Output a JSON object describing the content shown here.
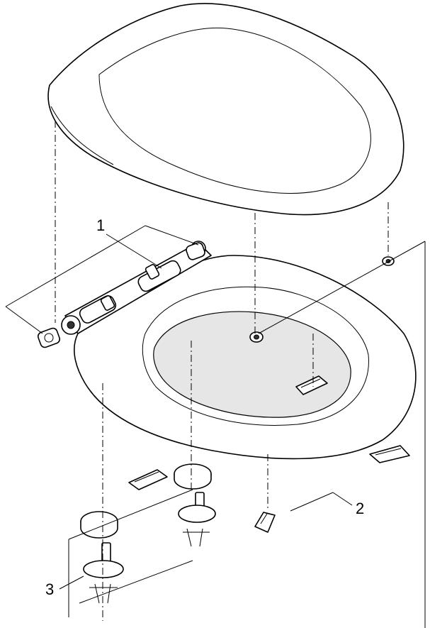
{
  "callouts": [
    {
      "id": "part-1",
      "label": "1"
    },
    {
      "id": "part-2",
      "label": "2"
    },
    {
      "id": "part-3",
      "label": "3"
    }
  ],
  "colors": {
    "line": "#000000",
    "background": "#ffffff",
    "shade": "#e6e6e6"
  }
}
